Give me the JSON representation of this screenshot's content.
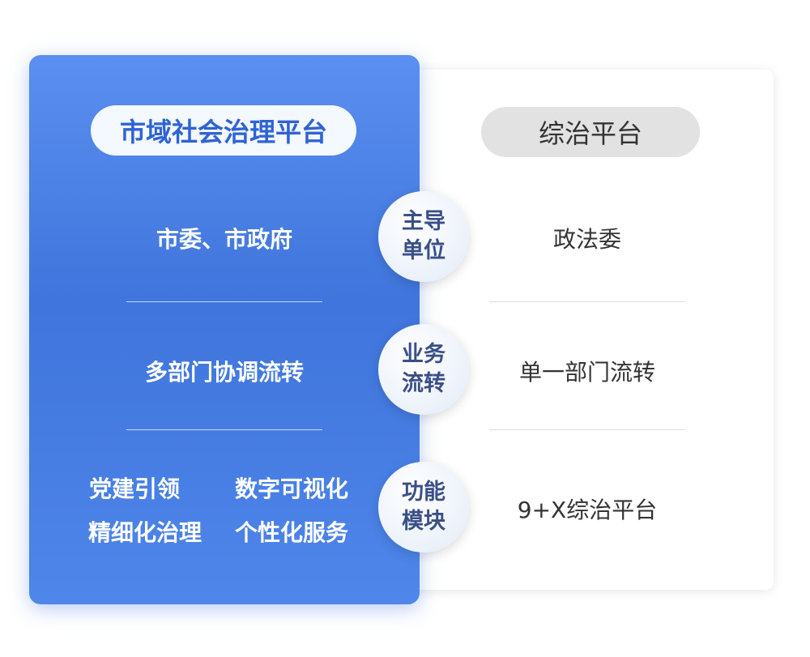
{
  "left": {
    "title": "市域社会治理平台",
    "rows": [
      "市委、市政府",
      "多部门协调流转"
    ],
    "modules": [
      "党建引领",
      "数字可视化",
      "精细化治理",
      "个性化服务"
    ]
  },
  "right": {
    "title": "综治平台",
    "rows": [
      "政法委",
      "单一部门流转",
      "9+X综治平台"
    ]
  },
  "labels": [
    [
      "主导",
      "单位"
    ],
    [
      "业务",
      "流转"
    ],
    [
      "功能",
      "模块"
    ]
  ]
}
